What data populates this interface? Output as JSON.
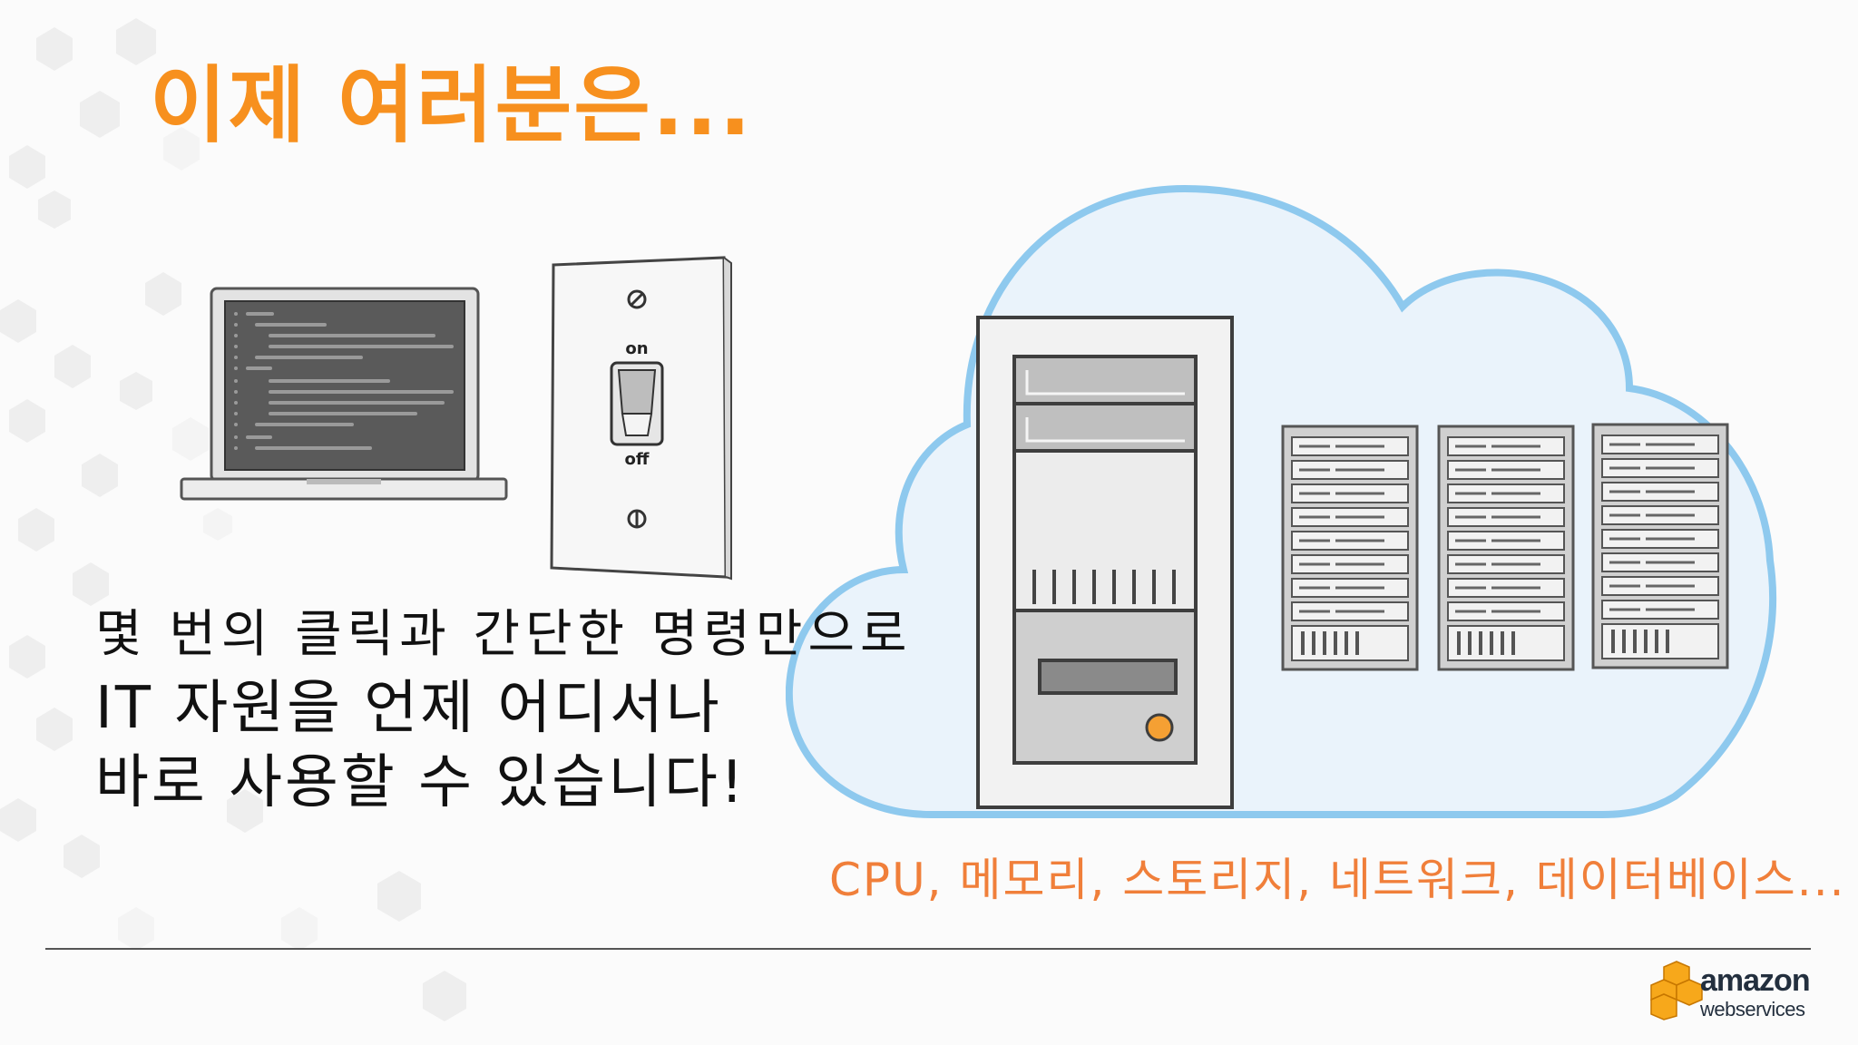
{
  "slide": {
    "title": "이제 여러분은...",
    "body": {
      "line1": "몇 번의 클릭과 간단한 명령만으로",
      "line2": "IT 자원을 언제 어디서나",
      "line3": "바로 사용할 수 있습니다!"
    },
    "resources": "CPU, 메모리, 스토리지, 네트워크, 데이터베이스...",
    "switch": {
      "on_label": "on",
      "off_label": "off"
    },
    "logo": {
      "brand": "amazon",
      "sub": "webservices"
    }
  },
  "colors": {
    "title": "#f7901e",
    "resources": "#f07f3a",
    "cloud_stroke": "#8ec9ee",
    "cloud_fill": "#eaf3fb",
    "server_orange": "#f5a033"
  },
  "icons": [
    "laptop-code-icon",
    "light-switch-icon",
    "cloud-icon",
    "tower-server-icon",
    "rack-server-icon",
    "aws-logo-icon"
  ]
}
